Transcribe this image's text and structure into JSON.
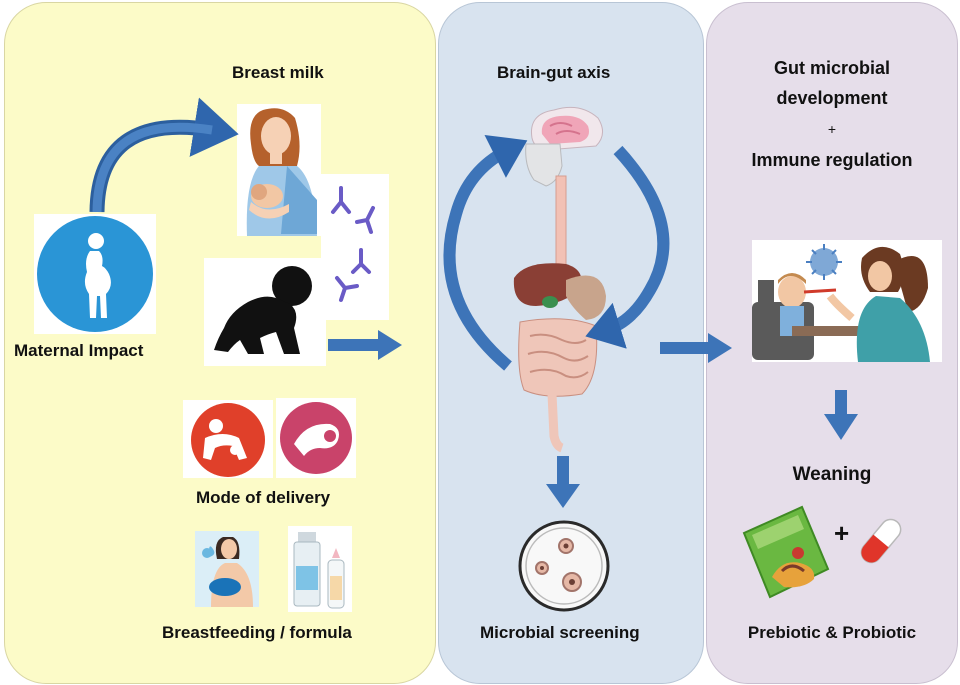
{
  "left_panel": {
    "breast_milk": "Breast milk",
    "maternal_impact": "Maternal Impact",
    "mode_of_delivery": "Mode of delivery",
    "feeding": "Breastfeeding / formula"
  },
  "middle_panel": {
    "title": "Brain-gut axis",
    "screening": "Microbial screening"
  },
  "right_panel": {
    "title_line1": "Gut microbial",
    "title_line2": "development",
    "plus": "+",
    "title_line3": "Immune regulation",
    "weaning": "Weaning",
    "plus_symbol": "+",
    "bottom": "Prebiotic & Probiotic"
  },
  "colors": {
    "left_panel_bg": "#fcfbc8",
    "middle_panel_bg": "#d8e3ef",
    "right_panel_bg": "#e6deea",
    "arrow_blue": "#3d74b8",
    "pregnancy_circle": "#2a95d6",
    "delivery_red": "#e0402a",
    "delivery_pink": "#c9436a"
  },
  "icons": [
    "pregnant-woman-icon",
    "breastfeeding-mother-icon",
    "antibody-icon",
    "crawling-baby-icon",
    "c-section-icon",
    "vaginal-birth-icon",
    "formula-bottle-icon",
    "brain-icon",
    "digestive-system-icon",
    "petri-dish-icon",
    "feeding-child-icon",
    "virus-icon",
    "prebiotic-packet-icon",
    "probiotic-capsule-icon"
  ]
}
